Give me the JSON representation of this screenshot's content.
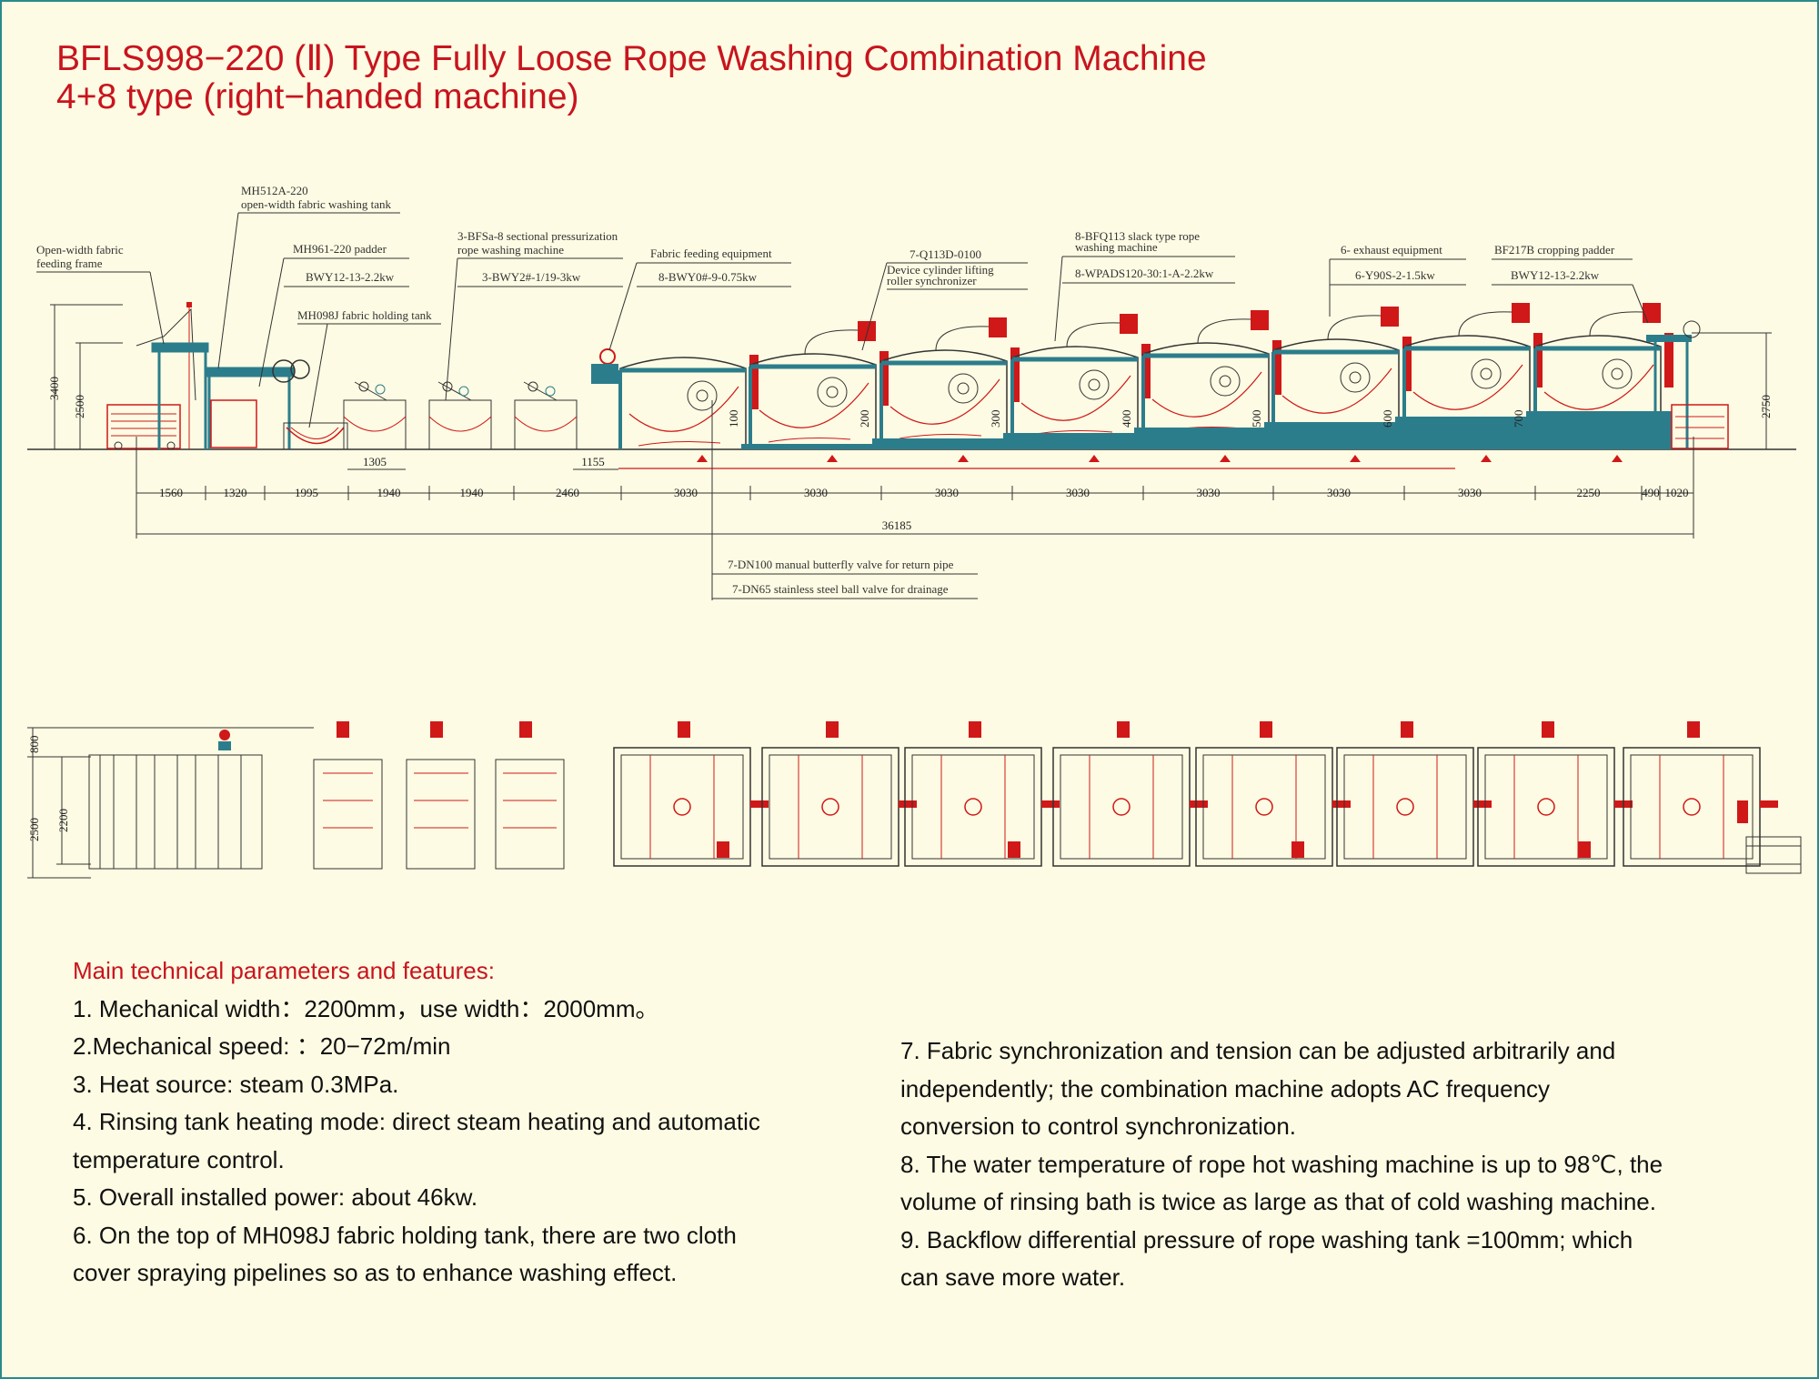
{
  "title": {
    "line1": "BFLS998−220 (Ⅱ) Type Fully Loose Rope Washing Combination Machine",
    "line2": "4+8 type (right−handed machine)"
  },
  "labels": {
    "open_width_frame": [
      "Open-width fabric",
      "feeding frame"
    ],
    "mh512": [
      "MH512A-220",
      "open-width fabric washing tank"
    ],
    "mh961": "MH961-220 padder",
    "mh961_motor": "BWY12-13-2.2kw",
    "mh098": "MH098J fabric holding tank",
    "bfsa": [
      "3-BFSa-8 sectional pressurization",
      "rope washing machine"
    ],
    "bfsa_motor": "3-BWY2#-1/19-3kw",
    "feeding": "Fabric feeding equipment",
    "feeding_motor": "8-BWY0#-9-0.75kw",
    "q113": "7-Q113D-0100",
    "q113_desc": [
      "Device cylinder lifting",
      "roller synchronizer"
    ],
    "bfq": [
      "8-BFQ113 slack type rope",
      "washing machine"
    ],
    "bfq_motor": "8-WPADS120-30:1-A-2.2kw",
    "exhaust": "6- exhaust equipment",
    "exhaust_motor": "6-Y90S-2-1.5kw",
    "bf217": "BF217B cropping padder",
    "bf217_motor": "BWY12-13-2.2kw",
    "valve1": "7-DN100 manual butterfly valve for return pipe",
    "valve2": "7-DN65 stainless steel ball valve for drainage"
  },
  "dimensions": {
    "bottom": [
      "1560",
      "1320",
      "1995",
      "1940",
      "1940",
      "2460",
      "3030",
      "3030",
      "3030",
      "3030",
      "3030",
      "3030",
      "3030",
      "2250",
      "490",
      "1020"
    ],
    "total": "36185",
    "sub1": "1305",
    "sub2": "1155",
    "heights_left": [
      "3400",
      "2500"
    ],
    "height_right": "2750",
    "steps": [
      "100",
      "200",
      "300",
      "400",
      "500",
      "600",
      "700"
    ],
    "plan_left": [
      "800",
      "2500",
      "2200"
    ]
  },
  "params_title": "Main technical parameters and features:",
  "params_left": [
    "1. Mechanical width：2200mm，use width：2000mm。",
    "2.Mechanical speed: ：20−72m/min",
    "3. Heat source: steam 0.3MPa.",
    "4. Rinsing tank heating mode: direct steam heating and automatic",
    "temperature control.",
    "5. Overall installed power: about 46kw.",
    "6. On the top of MH098J fabric holding tank, there are two cloth",
    "cover spraying pipelines so as to enhance washing effect."
  ],
  "params_right": [
    "7. Fabric synchronization and tension can be adjusted arbitrarily and",
    "independently; the combination machine adopts AC frequency",
    "conversion to control synchronization.",
    "8. The water temperature of rope hot washing machine is up to 98℃, the",
    "volume of rinsing bath is twice as large as that of cold washing machine.",
    "9. Backflow differential pressure of rope washing tank =100mm; which",
    "can save more water."
  ],
  "colors": {
    "title": "#c8141e",
    "background": "#fdfbe3",
    "machine": "#2c7d8c",
    "pipe": "#d01818",
    "line": "#333333"
  }
}
